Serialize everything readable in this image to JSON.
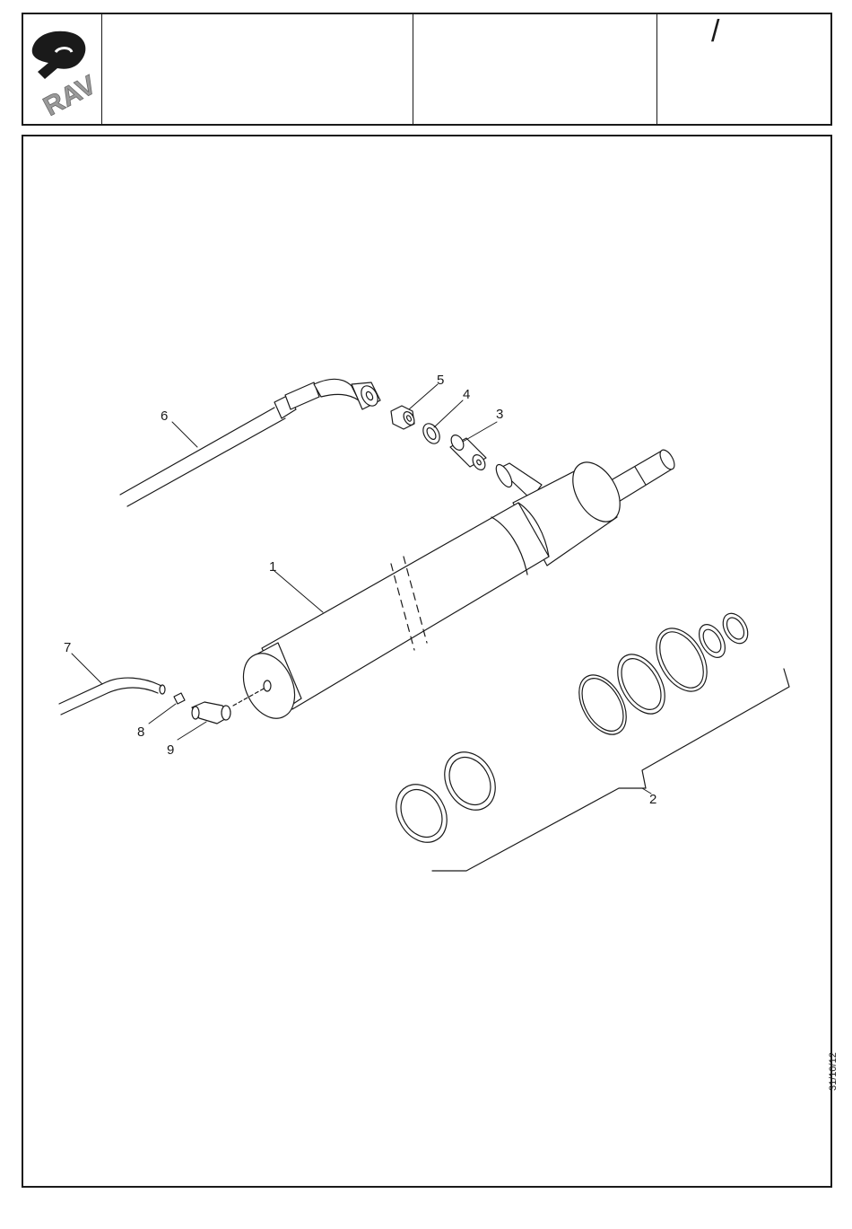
{
  "header": {
    "logo_text": "RAV",
    "cell_2": "",
    "cell_3": "",
    "page_mark": "/"
  },
  "callouts": {
    "c1": "1",
    "c2": "2",
    "c3": "3",
    "c4": "4",
    "c5": "5",
    "c6": "6",
    "c7": "7",
    "c8": "8",
    "c9": "9"
  },
  "footer": {
    "date": "31/10/12"
  },
  "colors": {
    "ink": "#1a1a1a",
    "logo_dark": "#1a1a1a",
    "logo_grey": "#9a9a9a",
    "body_grey": "#d9d9d9"
  }
}
